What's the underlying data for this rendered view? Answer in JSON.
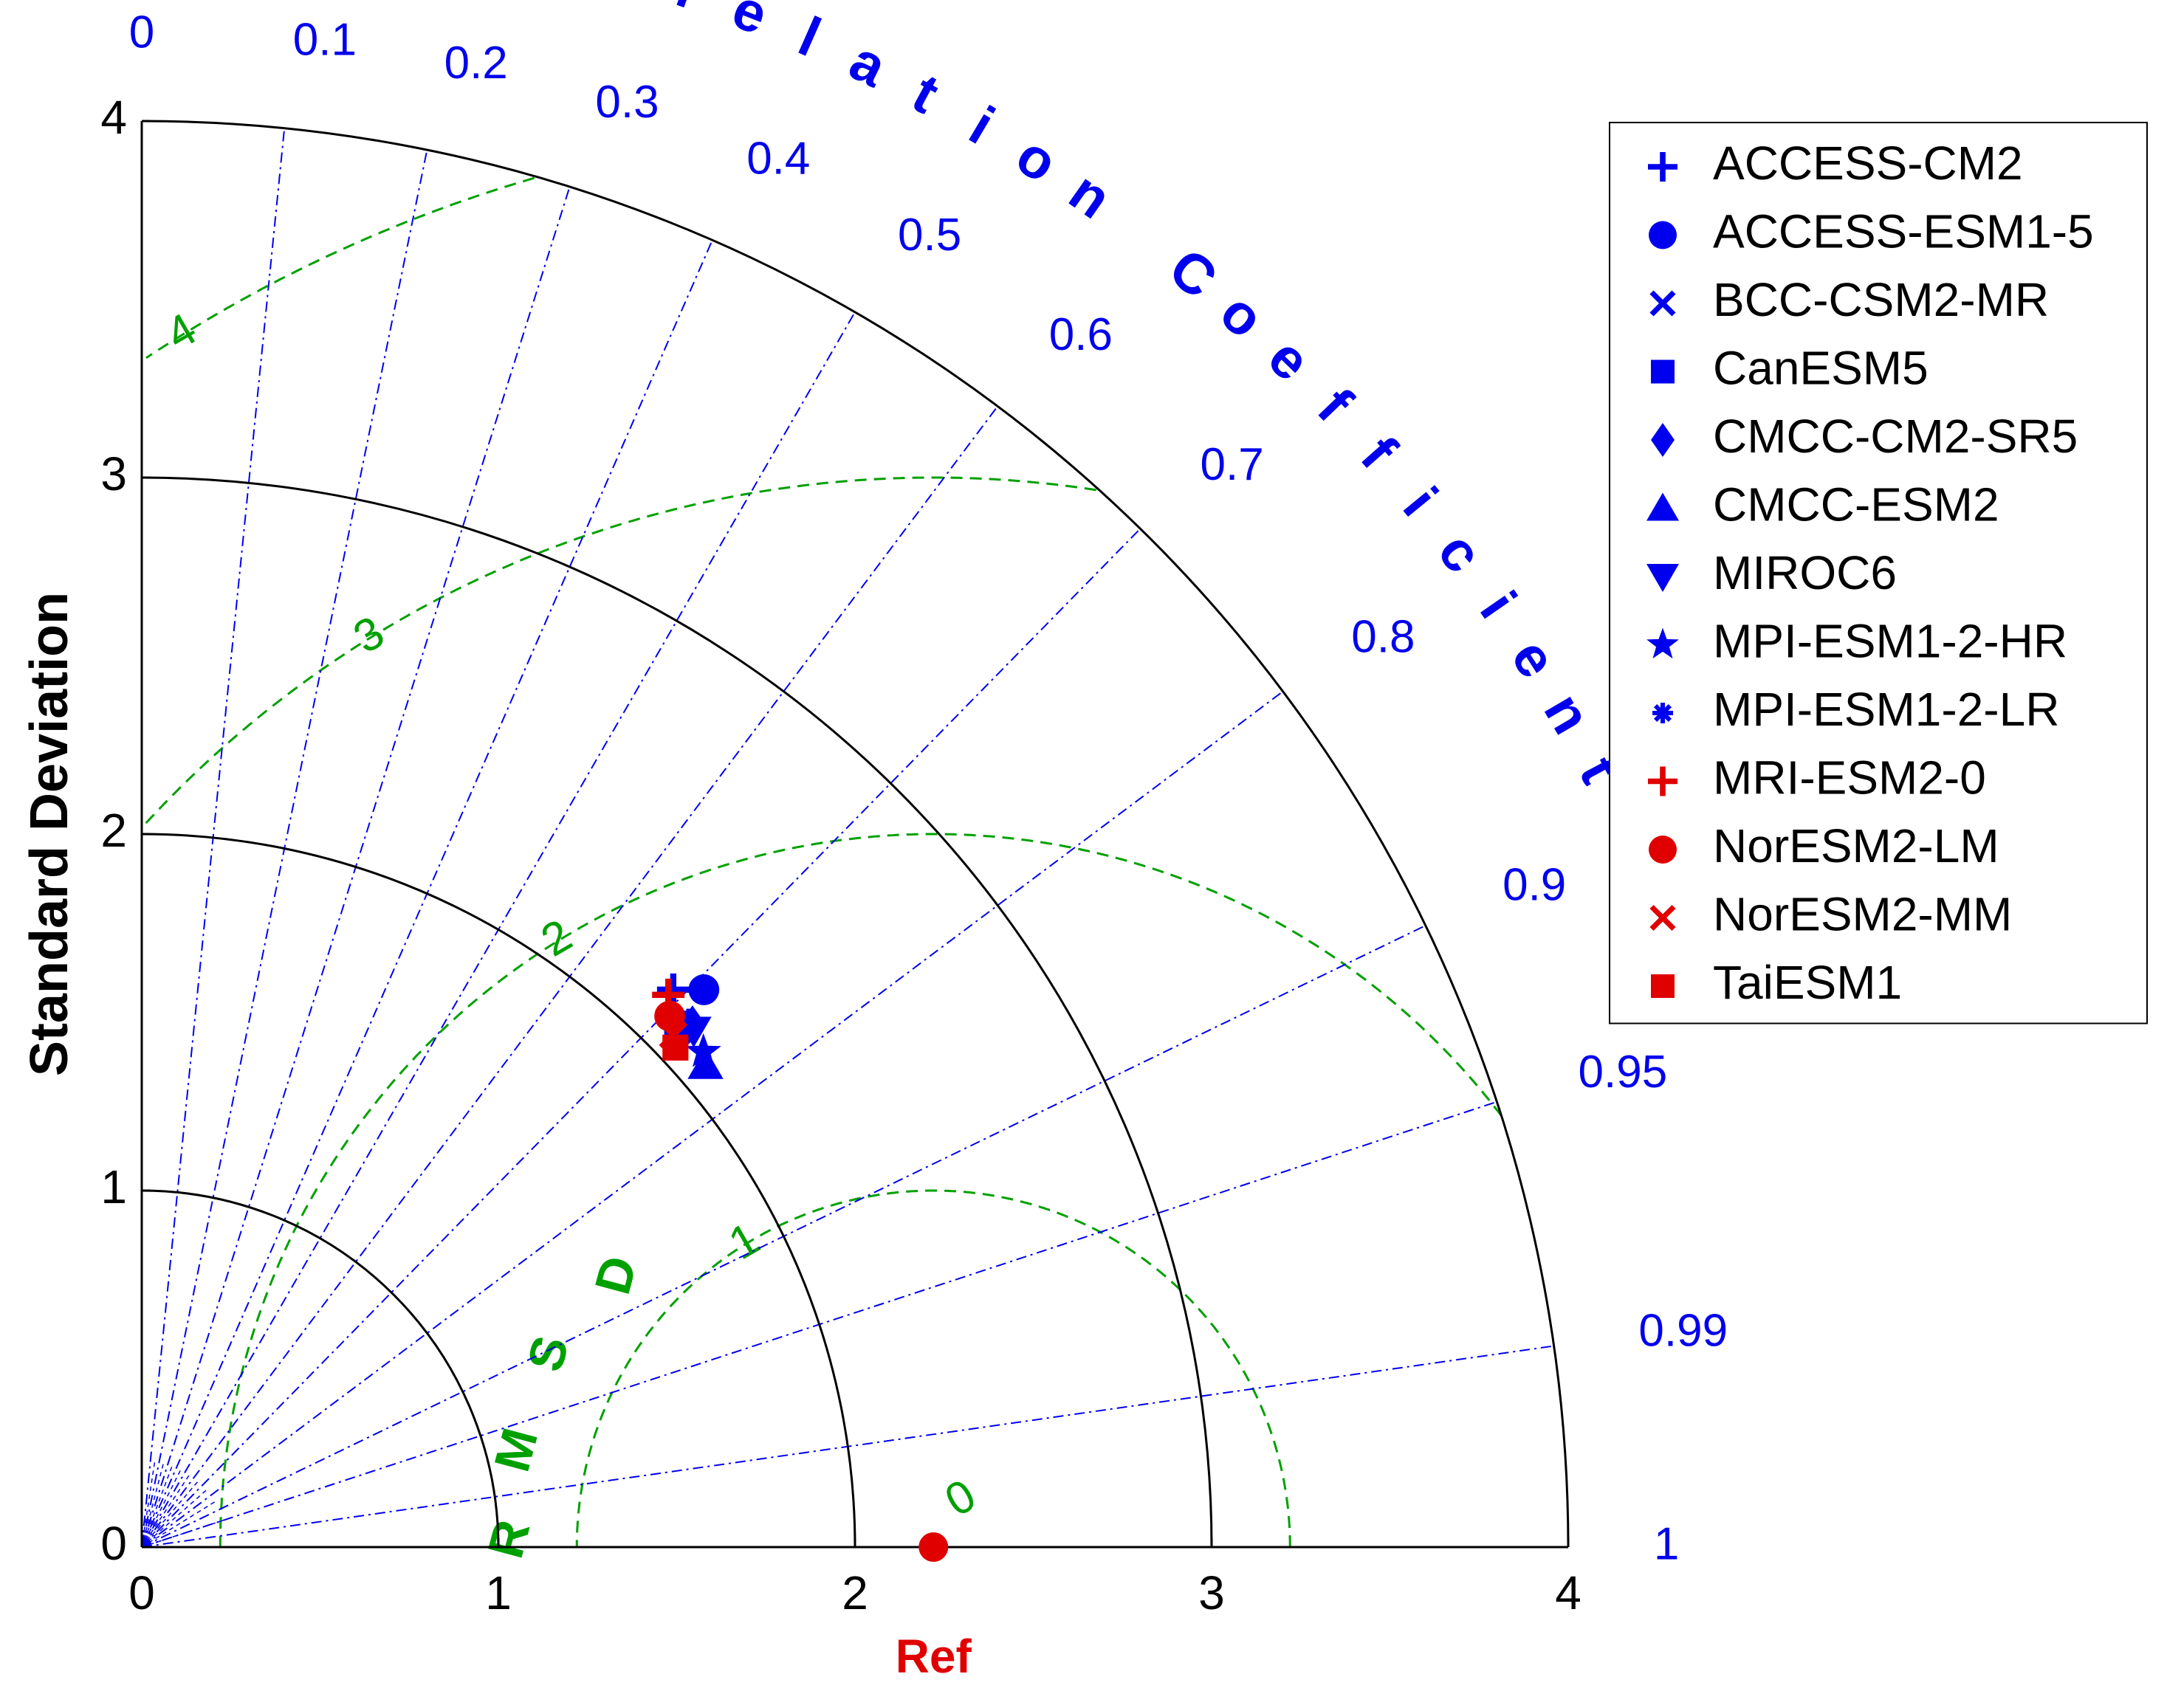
{
  "chart_data": {
    "type": "taylor",
    "title": "",
    "ylabel": "Standard Deviation",
    "xlabel": "Ref",
    "correlation_label": "Correlation Coefficient",
    "rmsd_label": "RMSD",
    "std_max": 4,
    "std_ticks": [
      0,
      1,
      2,
      3,
      4
    ],
    "correlation_ticks": [
      0,
      0.1,
      0.2,
      0.3,
      0.4,
      0.5,
      0.6,
      0.7,
      0.8,
      0.9,
      0.95,
      0.99,
      1
    ],
    "rmsd_contours": [
      1,
      2,
      3,
      4
    ],
    "rmsd_tick_labels": [
      "0",
      "1",
      "2",
      "3",
      "4"
    ],
    "reference": {
      "std": 2.22,
      "color": "#e00000"
    },
    "grid": true,
    "legend_position": "top-right",
    "colors": {
      "correlation": "#0000ee",
      "rmsd": "#00a000",
      "axis": "#000000",
      "reference": "#e00000"
    },
    "models": [
      {
        "name": "ACCESS-CM2",
        "marker": "plus",
        "color": "#0000ee",
        "std": 2.16,
        "corr": 0.69
      },
      {
        "name": "ACCESS-ESM1-5",
        "marker": "circle",
        "color": "#0000ee",
        "std": 2.22,
        "corr": 0.71
      },
      {
        "name": "BCC-CSM2-MR",
        "marker": "x",
        "color": "#0000ee",
        "std": 2.09,
        "corr": 0.72
      },
      {
        "name": "CanESM5",
        "marker": "square",
        "color": "#0000ee",
        "std": 2.1,
        "corr": 0.715
      },
      {
        "name": "CMCC-CM2-SR5",
        "marker": "diamond",
        "color": "#0000ee",
        "std": 2.13,
        "corr": 0.725
      },
      {
        "name": "CMCC-ESM2",
        "marker": "triangle-up",
        "color": "#0000ee",
        "std": 2.08,
        "corr": 0.76
      },
      {
        "name": "MIROC6",
        "marker": "triangle-down",
        "color": "#0000ee",
        "std": 2.12,
        "corr": 0.73
      },
      {
        "name": "MPI-ESM1-2-HR",
        "marker": "star",
        "color": "#0000ee",
        "std": 2.1,
        "corr": 0.75
      },
      {
        "name": "MPI-ESM1-2-LR",
        "marker": "asterisk",
        "color": "#0000ee",
        "std": 2.13,
        "corr": 0.72
      },
      {
        "name": "MRI-ESM2-0",
        "marker": "plus",
        "color": "#e00000",
        "std": 2.14,
        "corr": 0.69
      },
      {
        "name": "NorESM2-LM",
        "marker": "circle",
        "color": "#e00000",
        "std": 2.1,
        "corr": 0.705
      },
      {
        "name": "NorESM2-MM",
        "marker": "x",
        "color": "#e00000",
        "std": 2.07,
        "corr": 0.72
      },
      {
        "name": "TaiESM1",
        "marker": "square",
        "color": "#e00000",
        "std": 2.05,
        "corr": 0.73
      }
    ]
  }
}
